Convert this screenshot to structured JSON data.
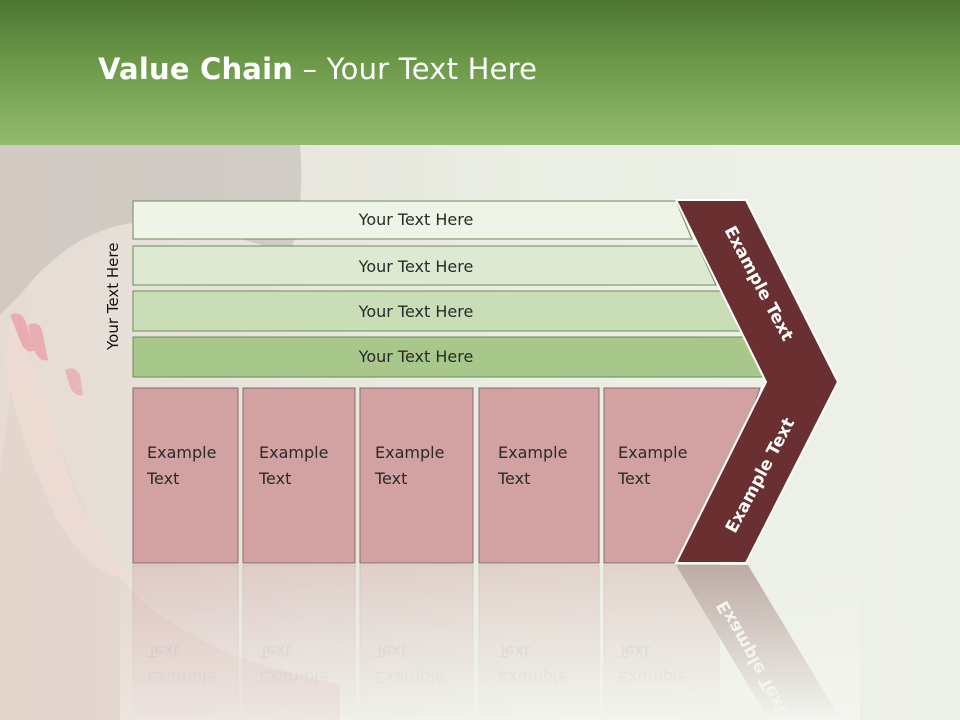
{
  "title": {
    "bold": "Value Chain",
    "rest": " – Your Text Here"
  },
  "side_label": "Your Text Here",
  "bars": [
    {
      "label": "Your Text Here",
      "fill": "#eef4e6"
    },
    {
      "label": "Your Text Here",
      "fill": "#dde9d1"
    },
    {
      "label": "Your Text Here",
      "fill": "#c9ddb6"
    },
    {
      "label": "Your Text Here",
      "fill": "#a7c78b"
    }
  ],
  "boxes": [
    {
      "line1": "Example",
      "line2": "Text"
    },
    {
      "line1": "Example",
      "line2": "Text"
    },
    {
      "line1": "Example",
      "line2": "Text"
    },
    {
      "line1": "Example",
      "line2": "Text"
    },
    {
      "line1": "Example",
      "line2": "Text"
    }
  ],
  "chevron": {
    "upper_label": "Example Text",
    "lower_label": "Example Text"
  },
  "colors": {
    "header": "#6d9a4a",
    "box_fill": "#d2a2a2",
    "chevron_fill": "#6a2f30",
    "bar_stroke": "#6f8a5a"
  }
}
